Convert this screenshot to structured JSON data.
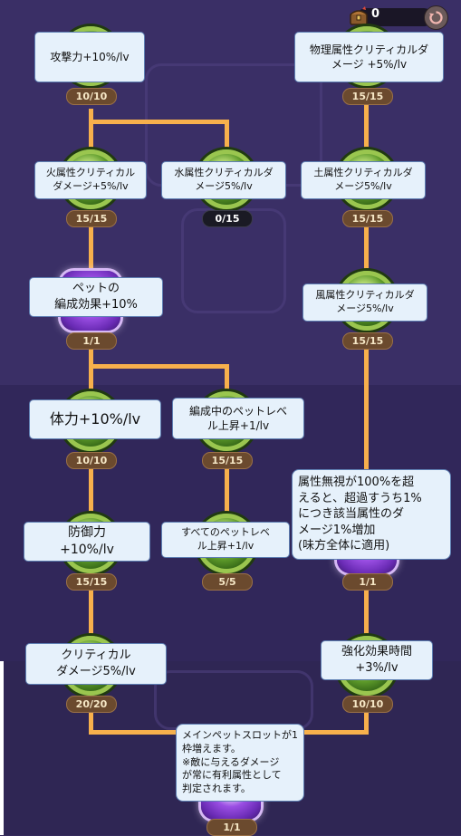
{
  "currency": {
    "icon": "treasure-chest-icon",
    "value": "0"
  },
  "reset_icon": "reset-cycle-icon",
  "colors": {
    "connector": "#f7b04c",
    "tooltip_bg": "#e6f1fb",
    "badge_bg": "#6b4a2e",
    "badge_locked_bg": "#1a1a24"
  },
  "nodes": [
    {
      "id": "atk",
      "text": "攻撃力+10%/lv",
      "level": "10/10"
    },
    {
      "id": "phys-crit",
      "text": "物理属性クリティカルダ\nメージ +5%/lv",
      "level": "15/15"
    },
    {
      "id": "fire-crit",
      "text": "火属性クリティカル\nダメージ+5%/lv",
      "level": "15/15"
    },
    {
      "id": "water-crit",
      "text": "水属性クリティカルダ\nメージ5%/lv",
      "level": "0/15"
    },
    {
      "id": "earth-crit",
      "text": "土属性クリティカルダ\nメージ5%/lv",
      "level": "15/15"
    },
    {
      "id": "pet-formation",
      "text": "ペットの\n編成効果+10%",
      "level": "1/1"
    },
    {
      "id": "wind-crit",
      "text": "風属性クリティカルダ\nメージ5%/lv",
      "level": "15/15"
    },
    {
      "id": "hp",
      "text": "体力+10%/lv",
      "level": "10/10"
    },
    {
      "id": "pet-level",
      "text": "編成中のペットレベ\nル上昇+1/lv",
      "level": "15/15"
    },
    {
      "id": "ignore-attr",
      "text": "属性無視が100%を超\nえると、超過すうち1%\nにつき該当属性のダ\nメージ1%増加\n(味方全体に適用)",
      "level": "1/1"
    },
    {
      "id": "def",
      "text": "防御力\n+10%/lv",
      "level": "15/15"
    },
    {
      "id": "all-pet-level",
      "text": "すべてのペットレベ\nル上昇+1/lv",
      "level": "5/5"
    },
    {
      "id": "crit-dmg",
      "text": "クリティカル\nダメージ5%/lv",
      "level": "20/20"
    },
    {
      "id": "buff-duration",
      "text": "強化効果時間\n+3%/lv",
      "level": "10/10"
    },
    {
      "id": "main-pet-slot",
      "text": "メインペットスロットが1\n枠増えます。\n※敵に与えるダメージ\nが常に有利属性として\n判定されます。",
      "level": "1/1"
    }
  ]
}
